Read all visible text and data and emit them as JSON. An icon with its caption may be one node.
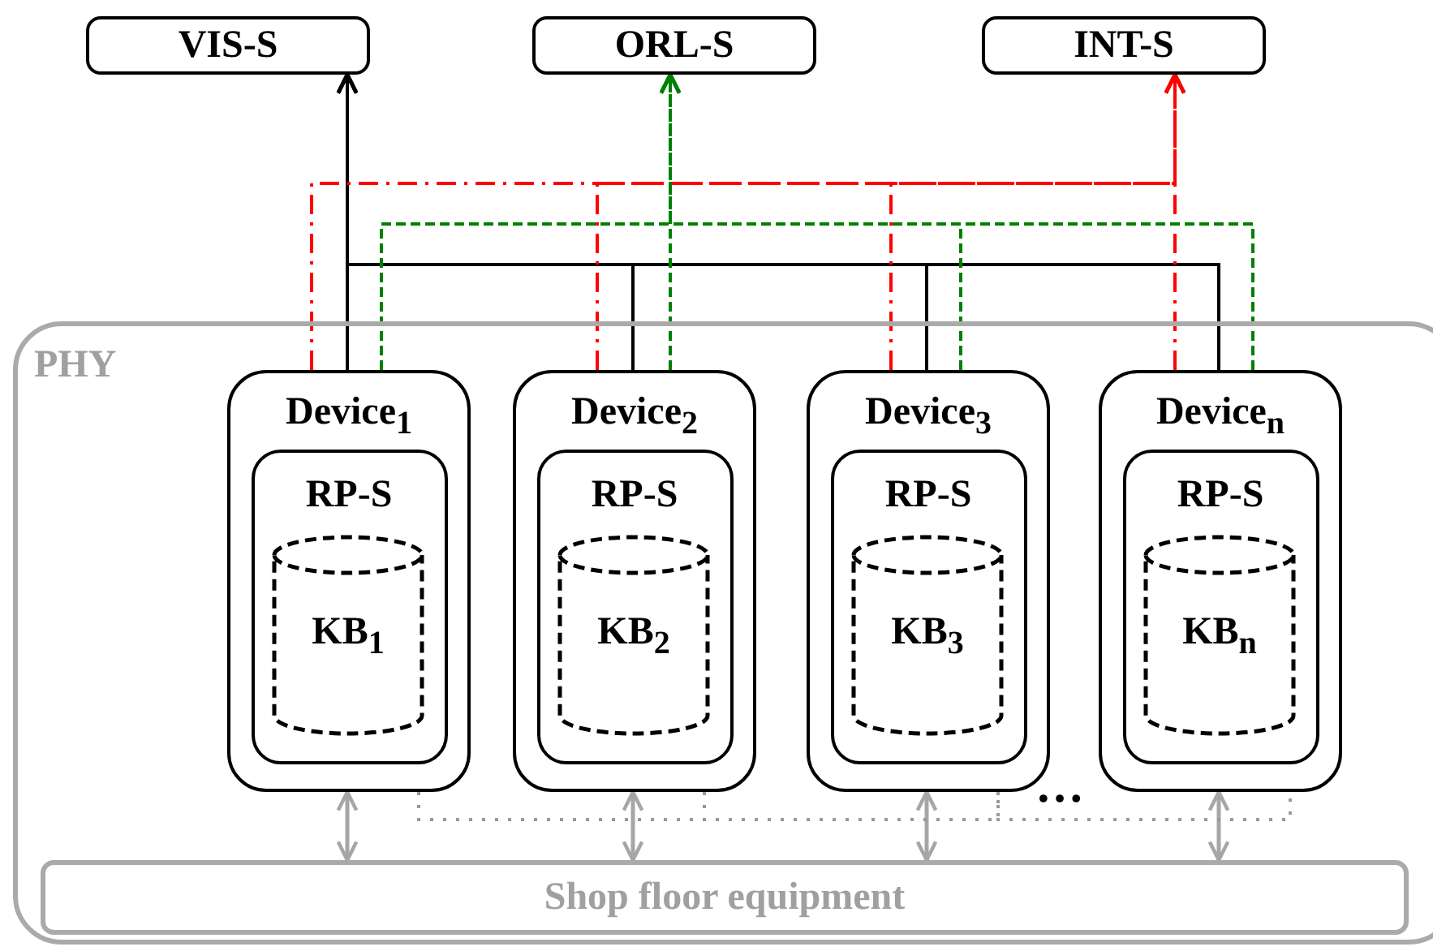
{
  "diagram": {
    "nodes": [
      {
        "text": [
          "VIS-S"
        ]
      },
      {
        "text": [
          "ORL-S"
        ]
      },
      {
        "text": [
          "INT-S"
        ]
      },
      {
        "text": [
          "PHY"
        ]
      },
      {
        "text": [
          "Device$_{1}$"
        ],
        "in": 3
      },
      {
        "text": [
          "RP-S"
        ],
        "in": 4
      },
      {
        "text": [
          "KB$_{1}$"
        ],
        "in": 5
      },
      {
        "text": [
          "Device$_{2}$"
        ],
        "in": 3
      },
      {
        "text": [
          "RP-S"
        ],
        "in": 7
      },
      {
        "text": [
          "KB$_{2}$"
        ],
        "in": 8
      },
      {
        "text": [
          "Device$_{3}$"
        ],
        "in": 3
      },
      {
        "text": [
          "RP-S"
        ],
        "in": 10
      },
      {
        "text": [
          "KB$_{3}$"
        ],
        "in": 11
      },
      {
        "text": [
          "Device$_{n}$"
        ],
        "in": 3
      },
      {
        "text": [
          "RP-S"
        ],
        "in": 13
      },
      {
        "text": [
          "KB$_{n}$"
        ],
        "in": 14
      },
      {
        "text": [
          "Shop floor equipment"
        ],
        "in": 3
      }
    ],
    "edges": [
      {
        "from": 4,
        "to": 0,
        "arrow": "to"
      },
      {
        "from": 7,
        "to": 0,
        "arrow": "to"
      },
      {
        "from": 10,
        "to": 0,
        "arrow": "to"
      },
      {
        "from": 13,
        "to": 0,
        "arrow": "to"
      },
      {
        "from": 4,
        "to": 2,
        "arrow": "to",
        "style": "dashed",
        "color": "#ff0000"
      },
      {
        "from": 7,
        "to": 2,
        "arrow": "to",
        "style": "dashed",
        "color": "#ff0000"
      },
      {
        "from": 10,
        "to": 2,
        "arrow": "to",
        "style": "dashed",
        "color": "#ff0000"
      },
      {
        "from": 13,
        "to": 2,
        "arrow": "to",
        "style": "dashed",
        "color": "#ff0000"
      },
      {
        "from": 4,
        "to": 1,
        "arrow": "to",
        "style": "dashed",
        "color": "#008000"
      },
      {
        "from": 7,
        "to": 1,
        "arrow": "to",
        "style": "dashed",
        "color": "#008000"
      },
      {
        "from": 10,
        "to": 1,
        "arrow": "to",
        "style": "dashed",
        "color": "#008000"
      },
      {
        "from": 13,
        "to": 1,
        "arrow": "to",
        "style": "dashed",
        "color": "#008000"
      },
      {
        "from": 4,
        "to": 16,
        "arrow": "both",
        "color": "#a6a6a6"
      },
      {
        "from": 7,
        "to": 16,
        "arrow": "both",
        "color": "#a6a6a6"
      },
      {
        "from": 10,
        "to": 16,
        "arrow": "both",
        "color": "#a6a6a6"
      },
      {
        "from": 13,
        "to": 16,
        "arrow": "both",
        "color": "#a6a6a6"
      },
      {
        "from": 4,
        "to": 7,
        "arrow": "none",
        "style": "dashed",
        "color": "#999999"
      },
      {
        "from": 7,
        "to": 10,
        "arrow": "none",
        "style": "dashed",
        "color": "#999999"
      },
      {
        "from": 10,
        "to": 13,
        "arrow": "none",
        "style": "dashed",
        "color": "#999999"
      }
    ],
    "labels": [
      "…"
    ]
  }
}
